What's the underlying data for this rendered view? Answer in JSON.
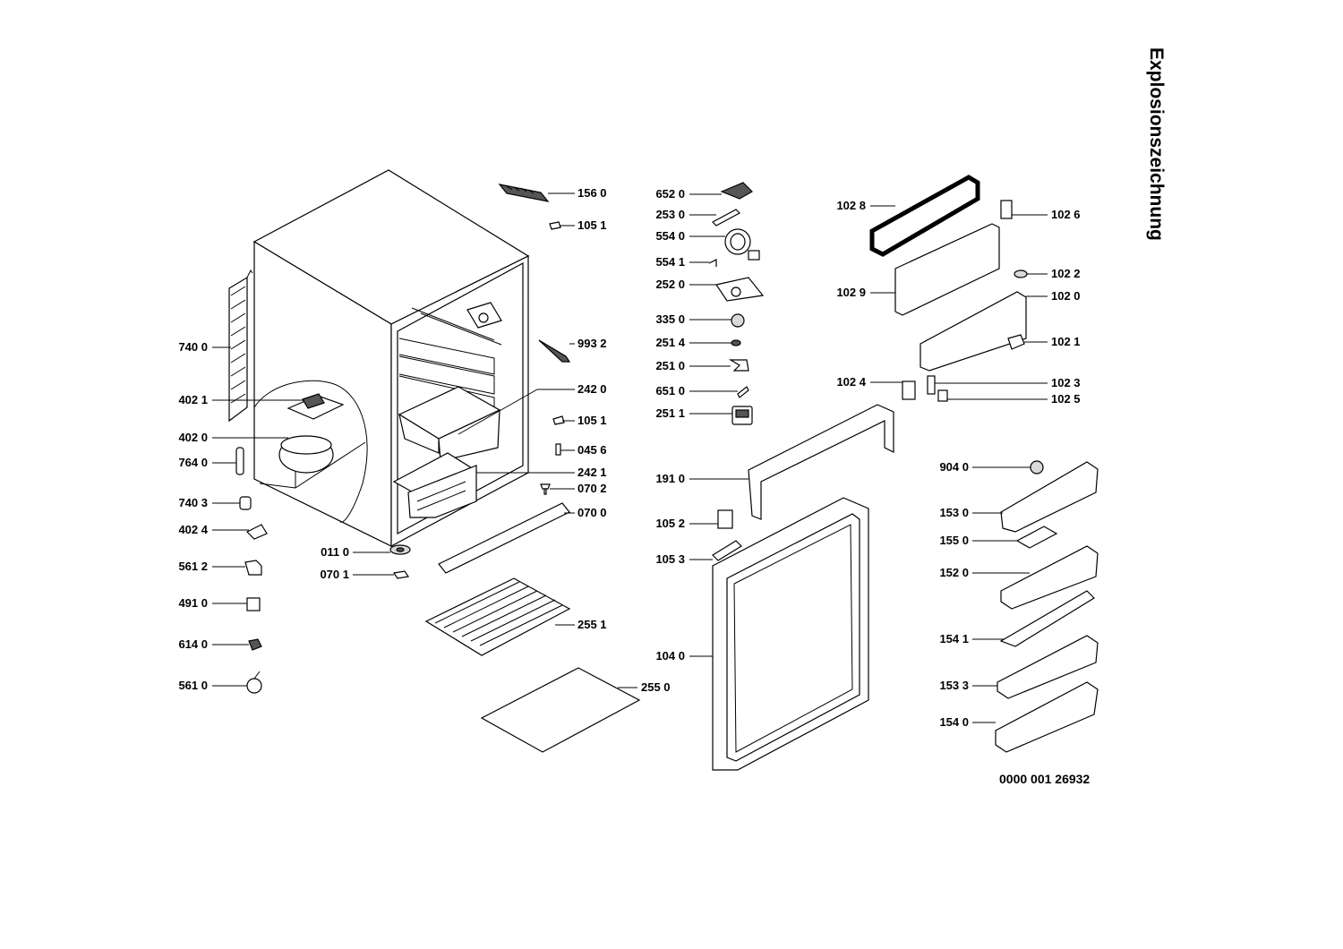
{
  "title": "Explosionszeichnung",
  "document_number": "0000 001 26932",
  "part_labels": {
    "p156_0": "156 0",
    "p105_1a": "105 1",
    "p993_2": "993 2",
    "p242_0": "242 0",
    "p105_1b": "105 1",
    "p045_6": "045 6",
    "p242_1": "242 1",
    "p070_2": "070 2",
    "p070_0": "070 0",
    "p011_0": "011 0",
    "p070_1": "070 1",
    "p255_1": "255 1",
    "p255_0": "255 0",
    "p740_0": "740 0",
    "p402_1": "402 1",
    "p402_0": "402 0",
    "p764_0": "764 0",
    "p740_3": "740 3",
    "p402_4": "402 4",
    "p561_2": "561 2",
    "p491_0": "491 0",
    "p614_0": "614 0",
    "p561_0": "561 0",
    "p652_0": "652 0",
    "p253_0": "253 0",
    "p554_0": "554 0",
    "p554_1": "554 1",
    "p252_0": "252 0",
    "p335_0": "335 0",
    "p251_4": "251 4",
    "p251_0": "251 0",
    "p651_0": "651 0",
    "p251_1": "251 1",
    "p191_0": "191 0",
    "p105_2": "105 2",
    "p105_3": "105 3",
    "p104_0": "104 0",
    "p102_8": "102 8",
    "p102_9": "102 9",
    "p102_6": "102 6",
    "p102_2": "102 2",
    "p102_0": "102 0",
    "p102_1": "102 1",
    "p102_4": "102 4",
    "p102_3": "102 3",
    "p102_5": "102 5",
    "p904_0": "904 0",
    "p153_0": "153 0",
    "p155_0": "155 0",
    "p152_0": "152 0",
    "p154_1": "154 1",
    "p153_3": "153 3",
    "p154_0": "154 0"
  }
}
